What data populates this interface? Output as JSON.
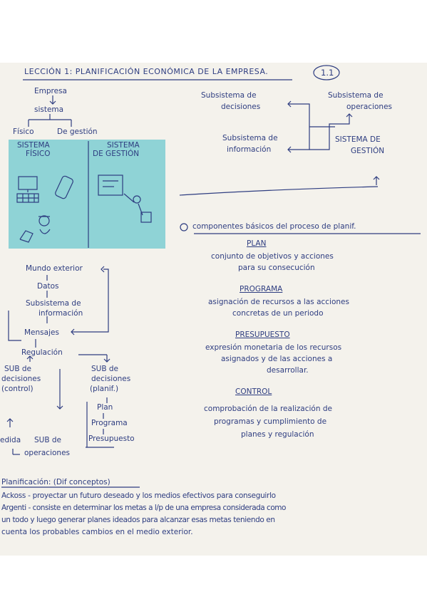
{
  "title": "LECCIÓN 1: PLANIFICACIÓN ECONÓMICA DE LA EMPRESA.",
  "badge": "1.1",
  "left_tree": {
    "empresa": "Empresa",
    "sistema": "sistema",
    "fisico": "Físico",
    "de_gestion": "De gestión"
  },
  "panel": {
    "fisico_l1": "SISTEMA",
    "fisico_l2": "FÍSICO",
    "gestion_l1": "SISTEMA",
    "gestion_l2": "DE GESTIÓN"
  },
  "right_diagram": {
    "sub_decisiones_l1": "Subsistema de",
    "sub_decisiones_l2": "decisiones",
    "sub_operaciones_l1": "Subsistema de",
    "sub_operaciones_l2": "operaciones",
    "sub_informacion_l1": "Subsistema de",
    "sub_informacion_l2": "información",
    "sistema_gestion_l1": "SISTEMA DE",
    "sistema_gestion_l2": "GESTIÓN"
  },
  "flow": {
    "mundo": "Mundo exterior",
    "datos": "Datos",
    "sub_info_l1": "Subsistema de",
    "sub_info_l2": "información",
    "mensajes": "Mensajes",
    "regulacion": "Regulación",
    "sub_control_l1": "SUB de",
    "sub_control_l2": "decisiones",
    "sub_control_l3": "(control)",
    "sub_plan_l1": "SUB de",
    "sub_plan_l2": "decisiones",
    "sub_plan_l3": "(planif.)",
    "plan": "Plan",
    "programa": "Programa",
    "presupuesto": "Presupuesto",
    "medida": "edida",
    "sub_oper_l1": "SUB de",
    "sub_oper_l2": "operaciones"
  },
  "componentes": {
    "heading": "componentes básicos del proceso de planif.",
    "plan_title": "PLAN",
    "plan_l1": "conjunto de objetivos y acciones",
    "plan_l2": "para su consecución",
    "programa_title": "PROGRAMA",
    "programa_l1": "asignación de recursos a las acciones",
    "programa_l2": "concretas de un periodo",
    "presupuesto_title": "PRESUPUESTO",
    "presupuesto_l1": "expresión monetaria de los recursos",
    "presupuesto_l2": "asignados y de las acciones a",
    "presupuesto_l3": "desarrollar.",
    "control_title": "CONTROL",
    "control_l1": "comprobación de la realización de",
    "control_l2": "programas y cumplimiento de",
    "control_l3": "planes y regulación"
  },
  "bottom": {
    "heading": "Planificación: (Dif conceptos)",
    "line1": "Ackoss - proyectar un futuro deseado y los medios efectivos para conseguirlo",
    "line2": "Argenti - consiste en determinar los metas a l/p de una empresa considerada como",
    "line3": "un todo y luego generar planes ideados para alcanzar esas metas teniendo en",
    "line4": "cuenta los probables cambios en el medio exterior."
  }
}
